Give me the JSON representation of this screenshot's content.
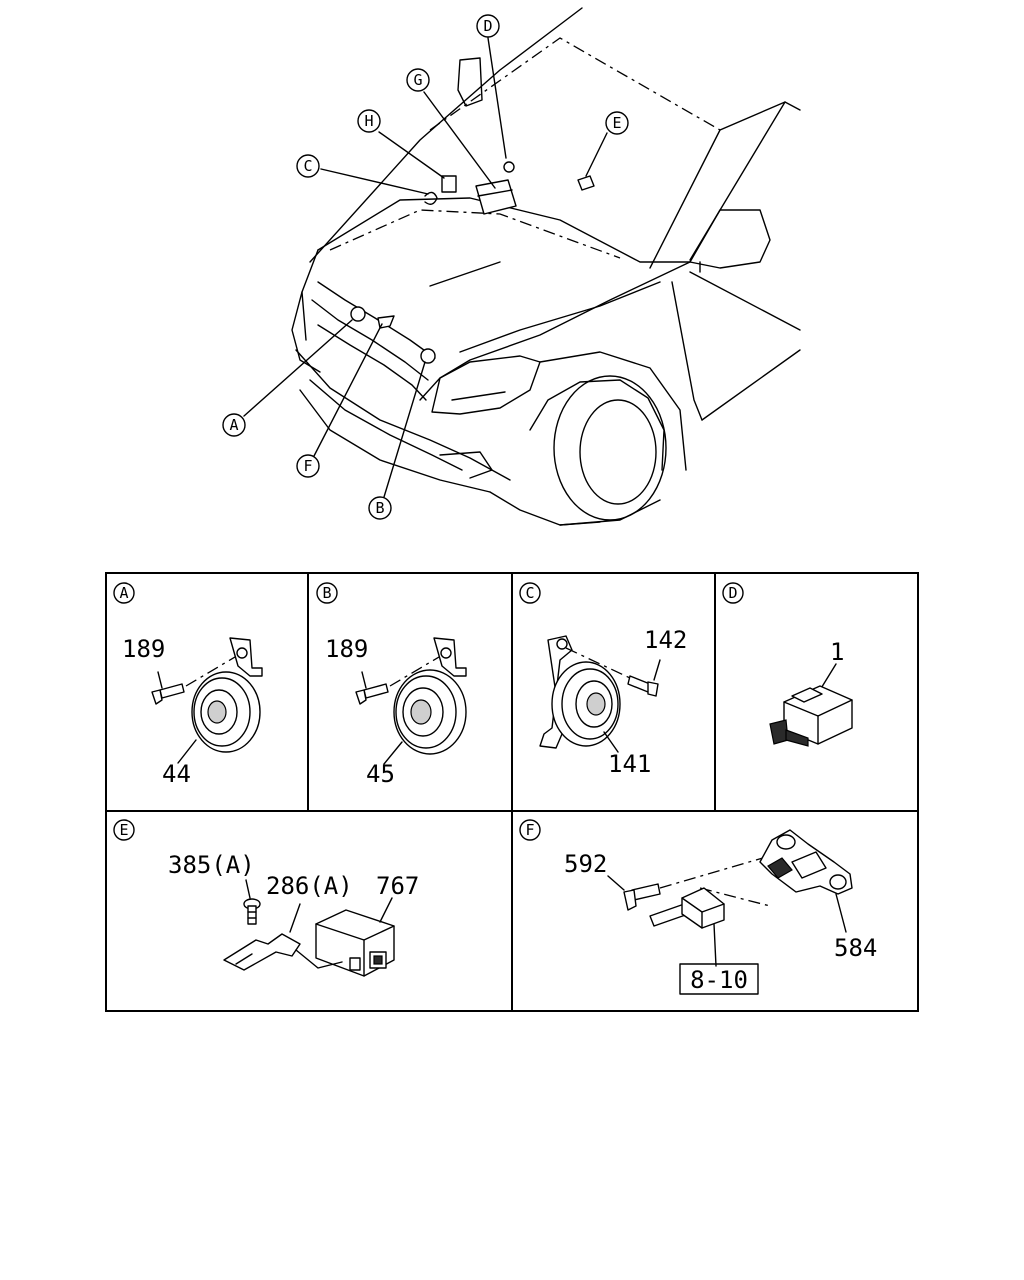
{
  "overview": {
    "callouts": {
      "A": "A",
      "B": "B",
      "C": "C",
      "D": "D",
      "E": "E",
      "F": "F",
      "G": "G",
      "H": "H"
    }
  },
  "panels": [
    {
      "id": "A",
      "letter": "A",
      "labels": [
        "189",
        "44"
      ]
    },
    {
      "id": "B",
      "letter": "B",
      "labels": [
        "189",
        "45"
      ]
    },
    {
      "id": "C",
      "letter": "C",
      "labels": [
        "142",
        "141"
      ]
    },
    {
      "id": "D",
      "letter": "D",
      "labels": [
        "1"
      ]
    },
    {
      "id": "E",
      "letter": "E",
      "labels": [
        "385(A)",
        "286(A)",
        "767"
      ]
    },
    {
      "id": "F",
      "letter": "F",
      "labels": [
        "592",
        "584",
        "8-10"
      ]
    }
  ]
}
